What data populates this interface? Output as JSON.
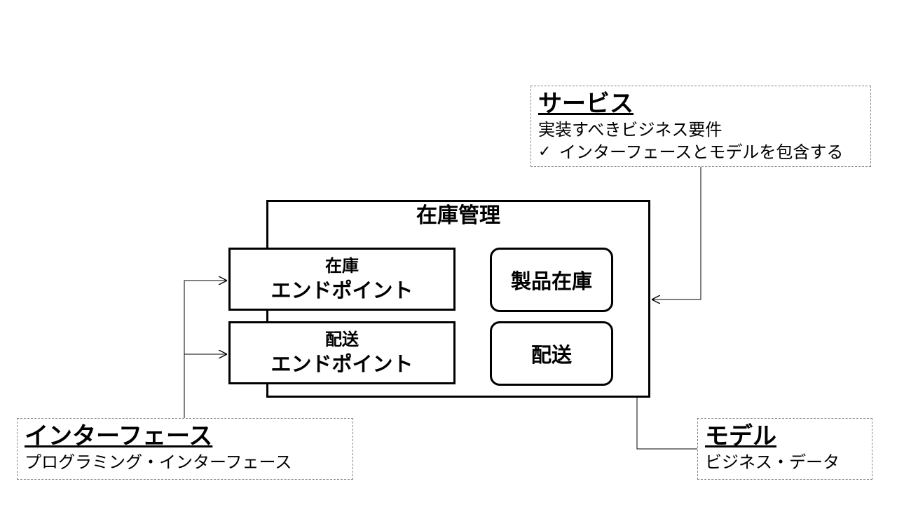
{
  "service": {
    "title": "在庫管理"
  },
  "endpoints": [
    {
      "line1": "在庫",
      "line2": "エンドポイント"
    },
    {
      "line1": "配送",
      "line2": "エンドポイント"
    }
  ],
  "models": [
    {
      "label": "製品在庫"
    },
    {
      "label": "配送"
    }
  ],
  "callouts": {
    "service": {
      "heading": "サービス",
      "description": "実装すべきビジネス要件",
      "check_item": "インターフェースとモデルを包含する"
    },
    "interface": {
      "heading": "インターフェース",
      "description": "プログラミング・インターフェース"
    },
    "model": {
      "heading": "モデル",
      "description": "ビジネス・データ"
    }
  }
}
